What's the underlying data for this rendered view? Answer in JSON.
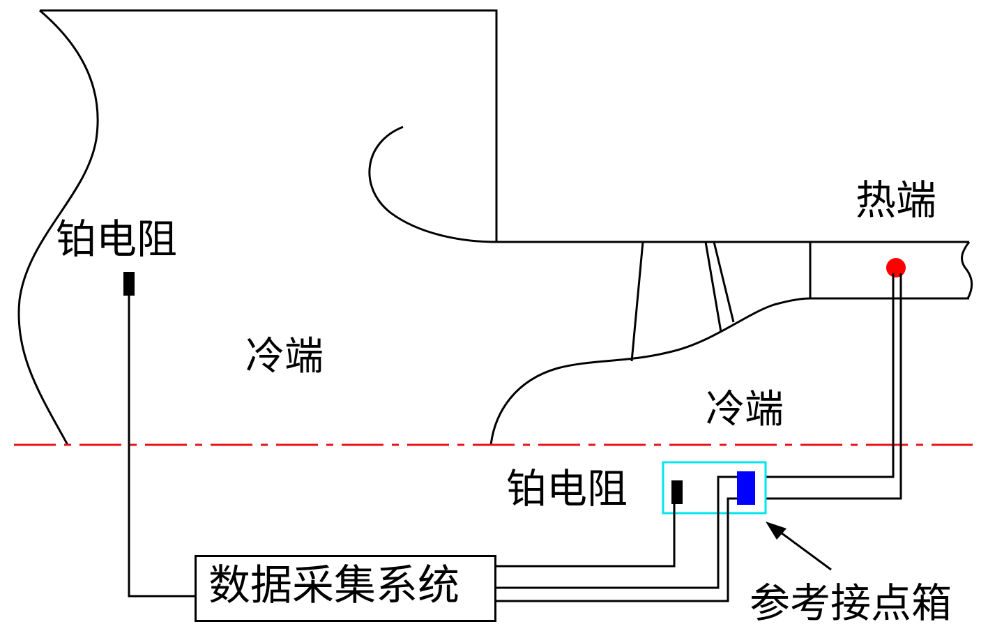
{
  "labels": {
    "pt_resistor_left": "铂电阻",
    "cold_end_left": "冷端",
    "hot_end": "热端",
    "cold_end_right": "冷端",
    "pt_resistor_right": "铂电阻",
    "daq_system": "数据采集系统",
    "reference_junction_box": "参考接点箱"
  },
  "colors": {
    "outline": "#000000",
    "centerline": "#e8141b",
    "thermocouple_junction": "#ff0000",
    "reference_box_border": "#00e5ee",
    "reference_junction": "#0000ff",
    "pt_sensor": "#000000"
  }
}
